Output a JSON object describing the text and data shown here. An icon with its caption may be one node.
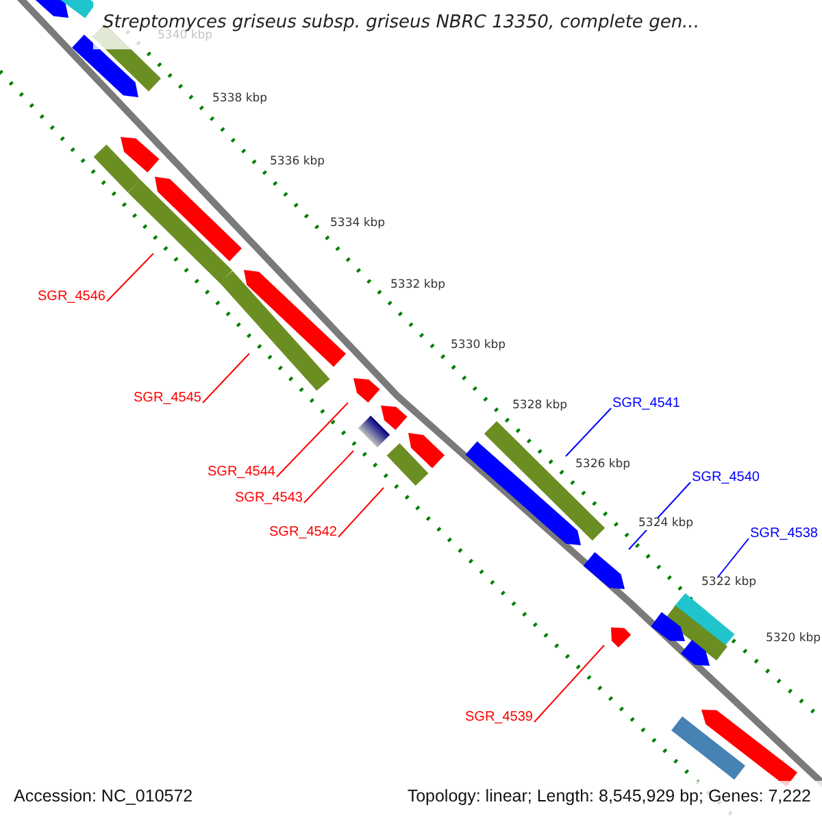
{
  "diagram": {
    "title": "Streptomyces griseus subsp. griseus NBRC 13350, complete gen...",
    "nodes": [
      {
        "text": [
          "SGR_4546"
        ]
      },
      {
        "text": [
          "SGR_4545"
        ]
      },
      {
        "text": [
          "SGR_4541"
        ]
      },
      {
        "text": [
          "SGR_4544"
        ]
      },
      {
        "text": [
          "SGR_4540"
        ]
      },
      {
        "text": [
          "SGR_4543"
        ]
      },
      {
        "text": [
          "SGR_4542"
        ]
      },
      {
        "text": [
          "SGR_4538"
        ]
      },
      {
        "text": [
          "SGR_4539"
        ]
      },
      {
        "text": [],
        "shape": "arrow"
      },
      {
        "text": [],
        "shape": "bar"
      },
      {
        "text": [],
        "shape": "bar"
      },
      {
        "text": [],
        "shape": "arrow"
      },
      {
        "text": [],
        "shape": "arrow"
      },
      {
        "text": [],
        "shape": "bar"
      },
      {
        "text": [],
        "shape": "arrow"
      },
      {
        "text": [],
        "shape": "bar"
      },
      {
        "text": [],
        "shape": "arrow"
      },
      {
        "text": [],
        "shape": "bar"
      },
      {
        "text": [],
        "shape": "arrow"
      },
      {
        "text": [],
        "shape": "arrow"
      },
      {
        "text": [],
        "shape": "bar"
      },
      {
        "text": [],
        "shape": "bar"
      },
      {
        "text": [],
        "shape": "arrow"
      },
      {
        "text": [],
        "shape": "arrow"
      },
      {
        "text": [],
        "shape": "bar"
      },
      {
        "text": [],
        "shape": "arrow"
      },
      {
        "text": [],
        "shape": "bar"
      },
      {
        "text": [],
        "shape": "bar"
      },
      {
        "text": [],
        "shape": "arrow"
      },
      {
        "text": [],
        "shape": "arrow"
      },
      {
        "text": [],
        "shape": "arrow"
      },
      {
        "text": [],
        "shape": "arrow"
      },
      {
        "text": [],
        "shape": "bar"
      }
    ],
    "edges": [
      {
        "from": 0,
        "to": 16,
        "arrow": "none"
      },
      {
        "from": 1,
        "to": 18,
        "arrow": "none"
      },
      {
        "from": 2,
        "to": 22,
        "arrow": "none",
        "color": "#0000ff"
      },
      {
        "from": 3,
        "to": 19,
        "arrow": "none"
      },
      {
        "from": 4,
        "to": 26,
        "arrow": "none",
        "color": "#0000ff"
      },
      {
        "from": 5,
        "to": 21,
        "arrow": "none"
      },
      {
        "from": 6,
        "to": 25,
        "arrow": "none"
      },
      {
        "from": 7,
        "to": 27,
        "arrow": "none",
        "color": "#0000ff"
      },
      {
        "from": 8,
        "to": 30,
        "arrow": "none"
      }
    ],
    "labels": [
      "5340 kbp",
      "5338 kbp",
      "5336 kbp",
      "5334 kbp",
      "5332 kbp",
      "5330 kbp",
      "5328 kbp",
      "5326 kbp",
      "5324 kbp",
      "5322 kbp",
      "5320 kbp",
      "Accession: NC_010572",
      "Topology: linear; Length: 8,545,929 bp; Genes: 7,222"
    ]
  }
}
